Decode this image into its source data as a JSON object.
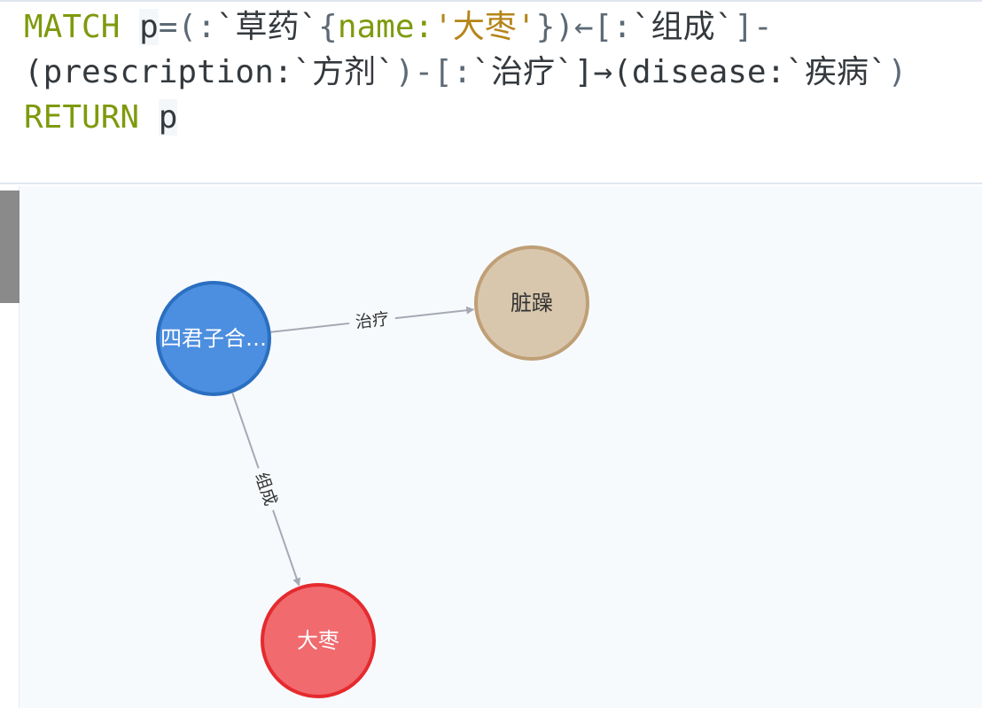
{
  "query": {
    "line1": {
      "kw_match": "MATCH",
      "var_p": "p",
      "eq_paren": "=(:",
      "label_herb": "`草药`",
      "brace_open": "{",
      "prop_key": "name:",
      "prop_value": "'大枣'",
      "brace_close": "}",
      "arrow_in": ")←[:",
      "rel_compose": "`组成`",
      "bracket_dash": "]-"
    },
    "line2": {
      "open_prescription": "(prescription:",
      "label_prescription": "`方剂`",
      "mid": ")-[:",
      "rel_treat": "`治疗`",
      "arrow_out": "]→(disease:",
      "label_disease": "`疾病`",
      "close": ")"
    },
    "line3": {
      "kw_return": "RETURN",
      "var_p": "p"
    }
  },
  "graph": {
    "nodes": [
      {
        "id": "prescription",
        "caption": "四君子合…",
        "label": "方剂",
        "fill": "#4c8edf",
        "stroke": "#2a6fc0",
        "text_color": "#ffffff"
      },
      {
        "id": "disease",
        "caption": "脏躁",
        "label": "疾病",
        "fill": "#d9c7ad",
        "stroke": "#bf9f76",
        "text_color": "#333333"
      },
      {
        "id": "herb",
        "caption": "大枣",
        "label": "草药",
        "fill": "#f06a6e",
        "stroke": "#e52a2e",
        "text_color": "#ffffff"
      }
    ],
    "relationships": [
      {
        "id": "rel-treat",
        "type": "治疗",
        "from": "prescription",
        "to": "disease"
      },
      {
        "id": "rel-compose",
        "type": "组成",
        "from": "prescription",
        "to": "herb"
      }
    ],
    "rel_color": "#a5a9b4"
  }
}
